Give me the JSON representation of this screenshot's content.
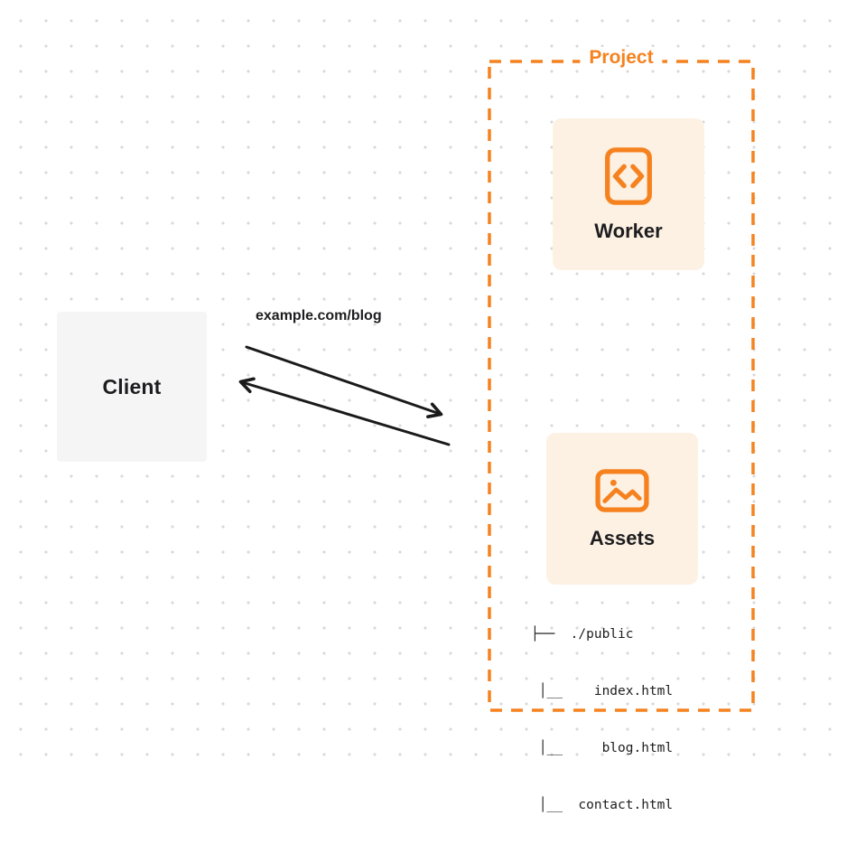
{
  "colors": {
    "accent": "#f6821f",
    "card_bg": "#fdf1e3",
    "client_bg": "#f5f5f6",
    "text": "#1d1d1f",
    "arrow": "#1a1a1a",
    "dot": "#d9d9d9"
  },
  "client": {
    "label": "Client"
  },
  "request_label": "example.com/blog",
  "project": {
    "label": "Project",
    "worker": {
      "label": "Worker",
      "icon": "code-icon"
    },
    "assets": {
      "label": "Assets",
      "icon": "image-icon",
      "tree": [
        "├──  ./public",
        " │__    index.html",
        " │__     blog.html",
        " │__  contact.html"
      ]
    }
  }
}
